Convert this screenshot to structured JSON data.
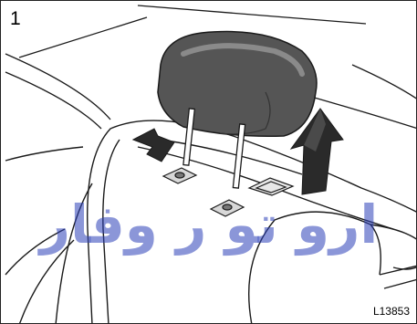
{
  "figure": {
    "step_number": "1",
    "code": "L13853",
    "watermark": "ارو تو ر وفار"
  },
  "colors": {
    "line": "#1a1a1a",
    "headrest_fill": "#555555",
    "headrest_highlight": "#8a8a8a",
    "arrow_fill": "#2a2a2a",
    "watermark": "#2b3fb8"
  },
  "icons": [
    "push-down-arrow-icon",
    "lift-up-arrow-icon"
  ]
}
